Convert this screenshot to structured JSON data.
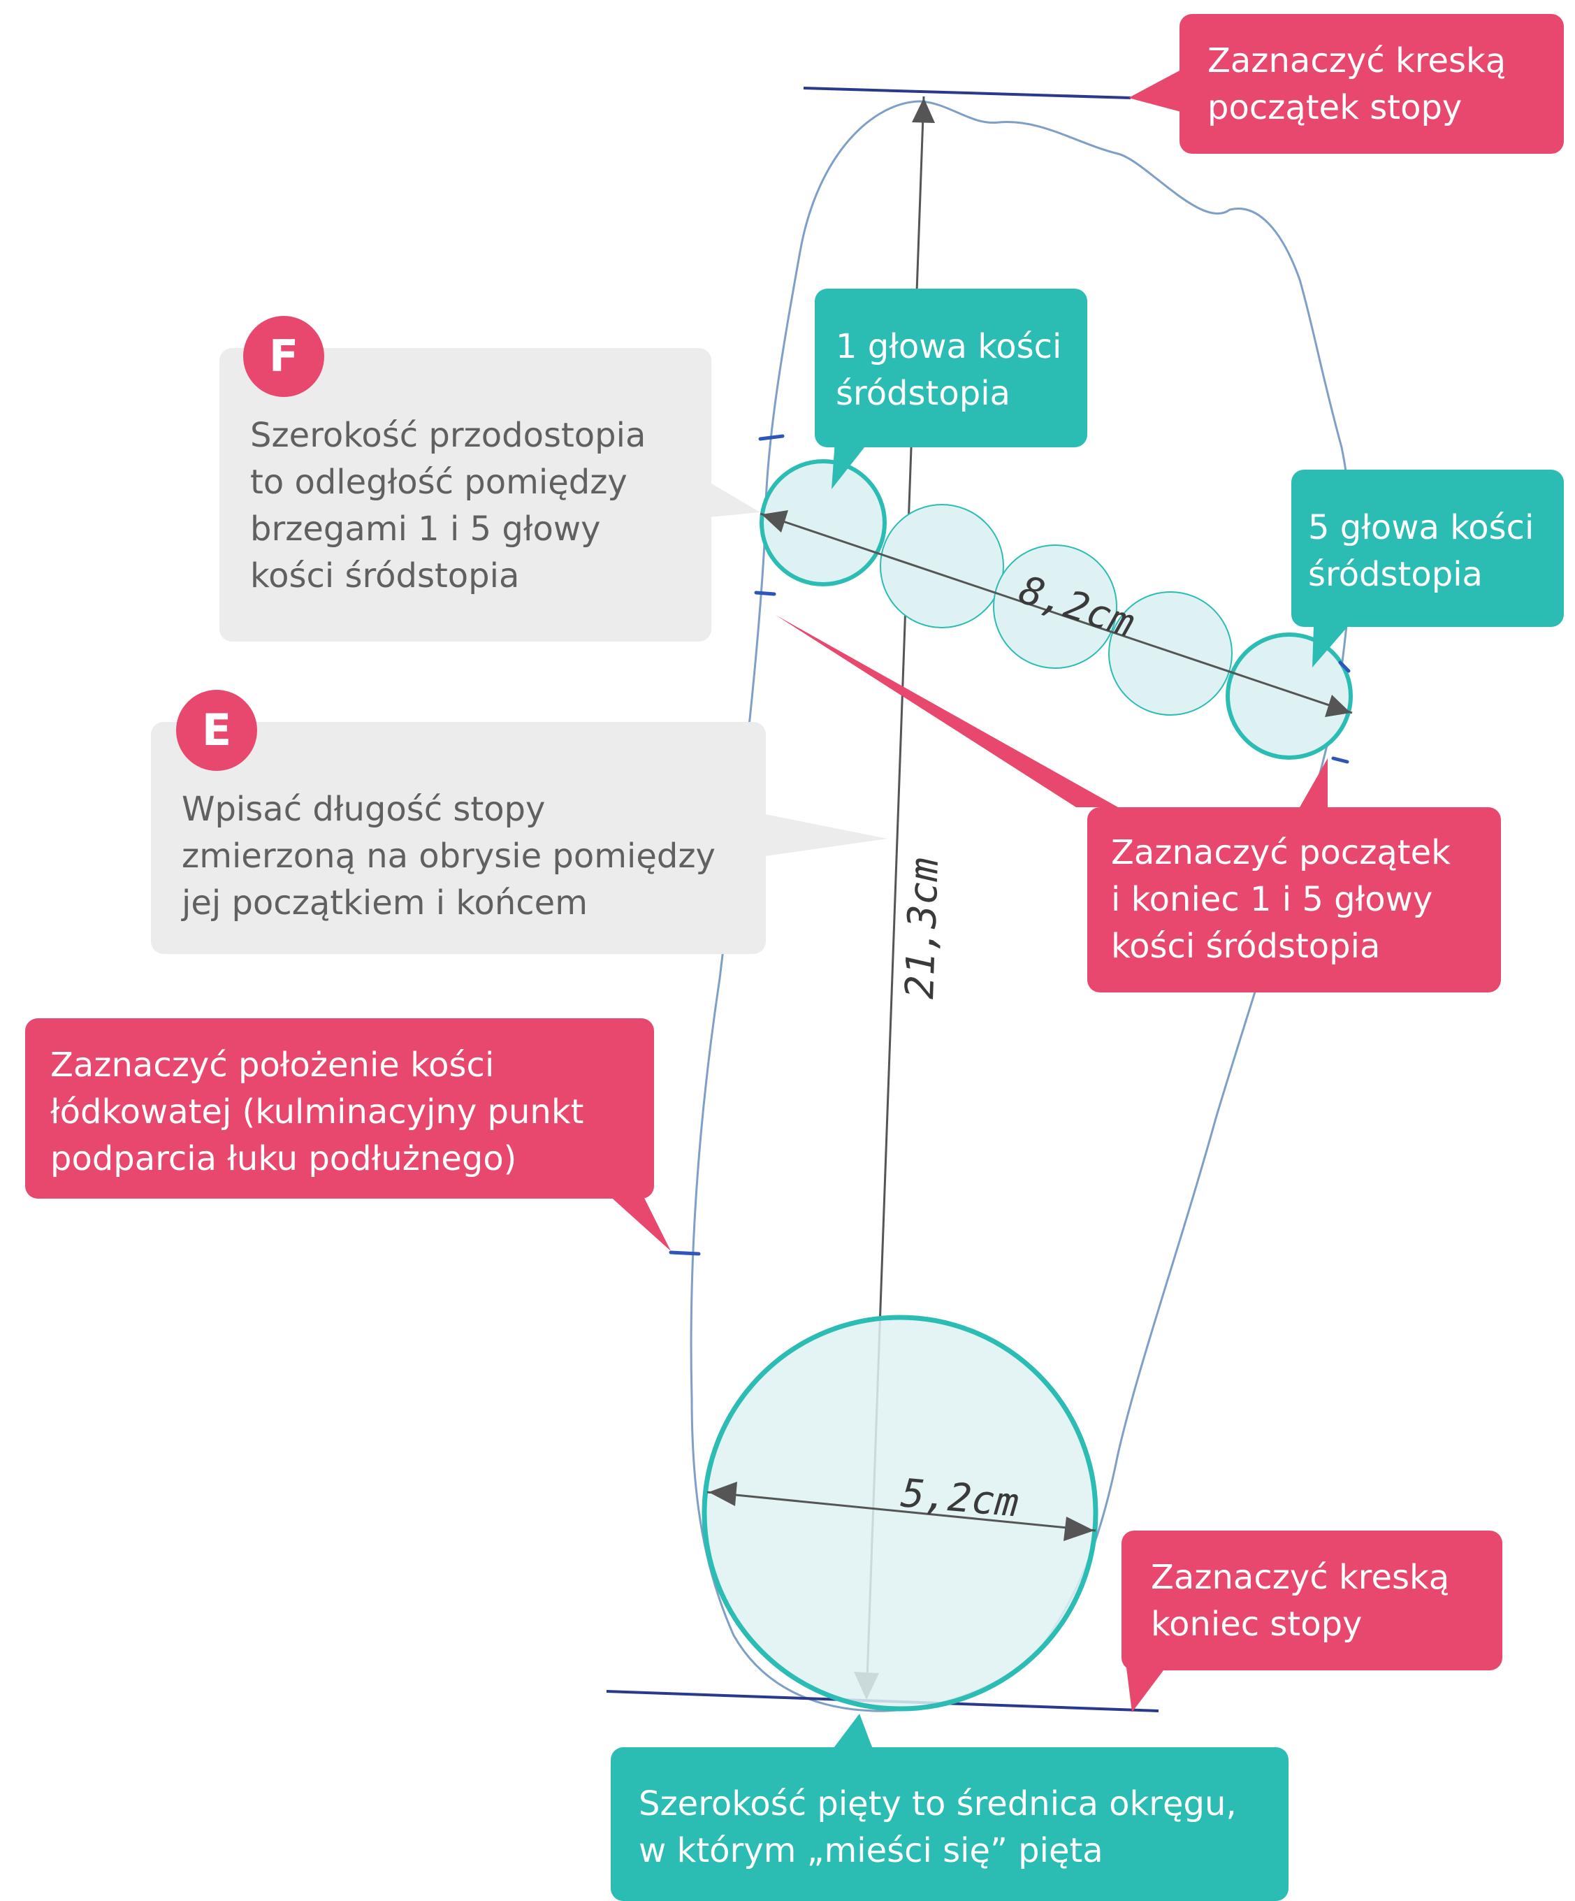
{
  "colors": {
    "pink": "#e8486e",
    "teal": "#2bbcb4",
    "grey_panel": "#ececec",
    "circle_fill": "#dff2f3",
    "outline": "#7d9fc8",
    "pen_blue": "#2e55b8"
  },
  "callouts": {
    "foot_start": {
      "lines": [
        "Zaznaczyć kreską",
        "początek stopy"
      ]
    },
    "foot_end": {
      "lines": [
        "Zaznaczyć kreską",
        "koniec stopy"
      ]
    },
    "metatarsal_marks": {
      "lines": [
        "Zaznaczyć początek",
        "i koniec 1 i 5 głowy",
        "kości śródstopia"
      ]
    },
    "navicular": {
      "lines": [
        "Zaznaczyć położenie kości",
        "łódkowatej (kulminacyjny punkt",
        "podparcia łuku podłużnego)"
      ]
    },
    "metatarsal_1": {
      "lines": [
        "1 głowa kości",
        "śródstopia"
      ]
    },
    "metatarsal_5": {
      "lines": [
        "5 głowa kości",
        "śródstopia"
      ]
    },
    "heel_width": {
      "lines": [
        "Szerokość pięty to średnica okręgu,",
        "w którym „mieści się” pięta"
      ]
    },
    "forefoot_width": {
      "badge": "F",
      "lines": [
        "Szerokość przodostopia",
        "to odległość pomiędzy",
        "brzegami 1 i 5 głowy",
        "kości śródstopia"
      ]
    },
    "foot_length": {
      "badge": "E",
      "lines": [
        "Wpisać długość stopy",
        "zmierzoną na obrysie pomiędzy",
        "jej początkiem i końcem"
      ]
    }
  },
  "measurements": {
    "forefoot": "8,2cm",
    "length": "21,3cm",
    "heel": "5,2cm"
  }
}
